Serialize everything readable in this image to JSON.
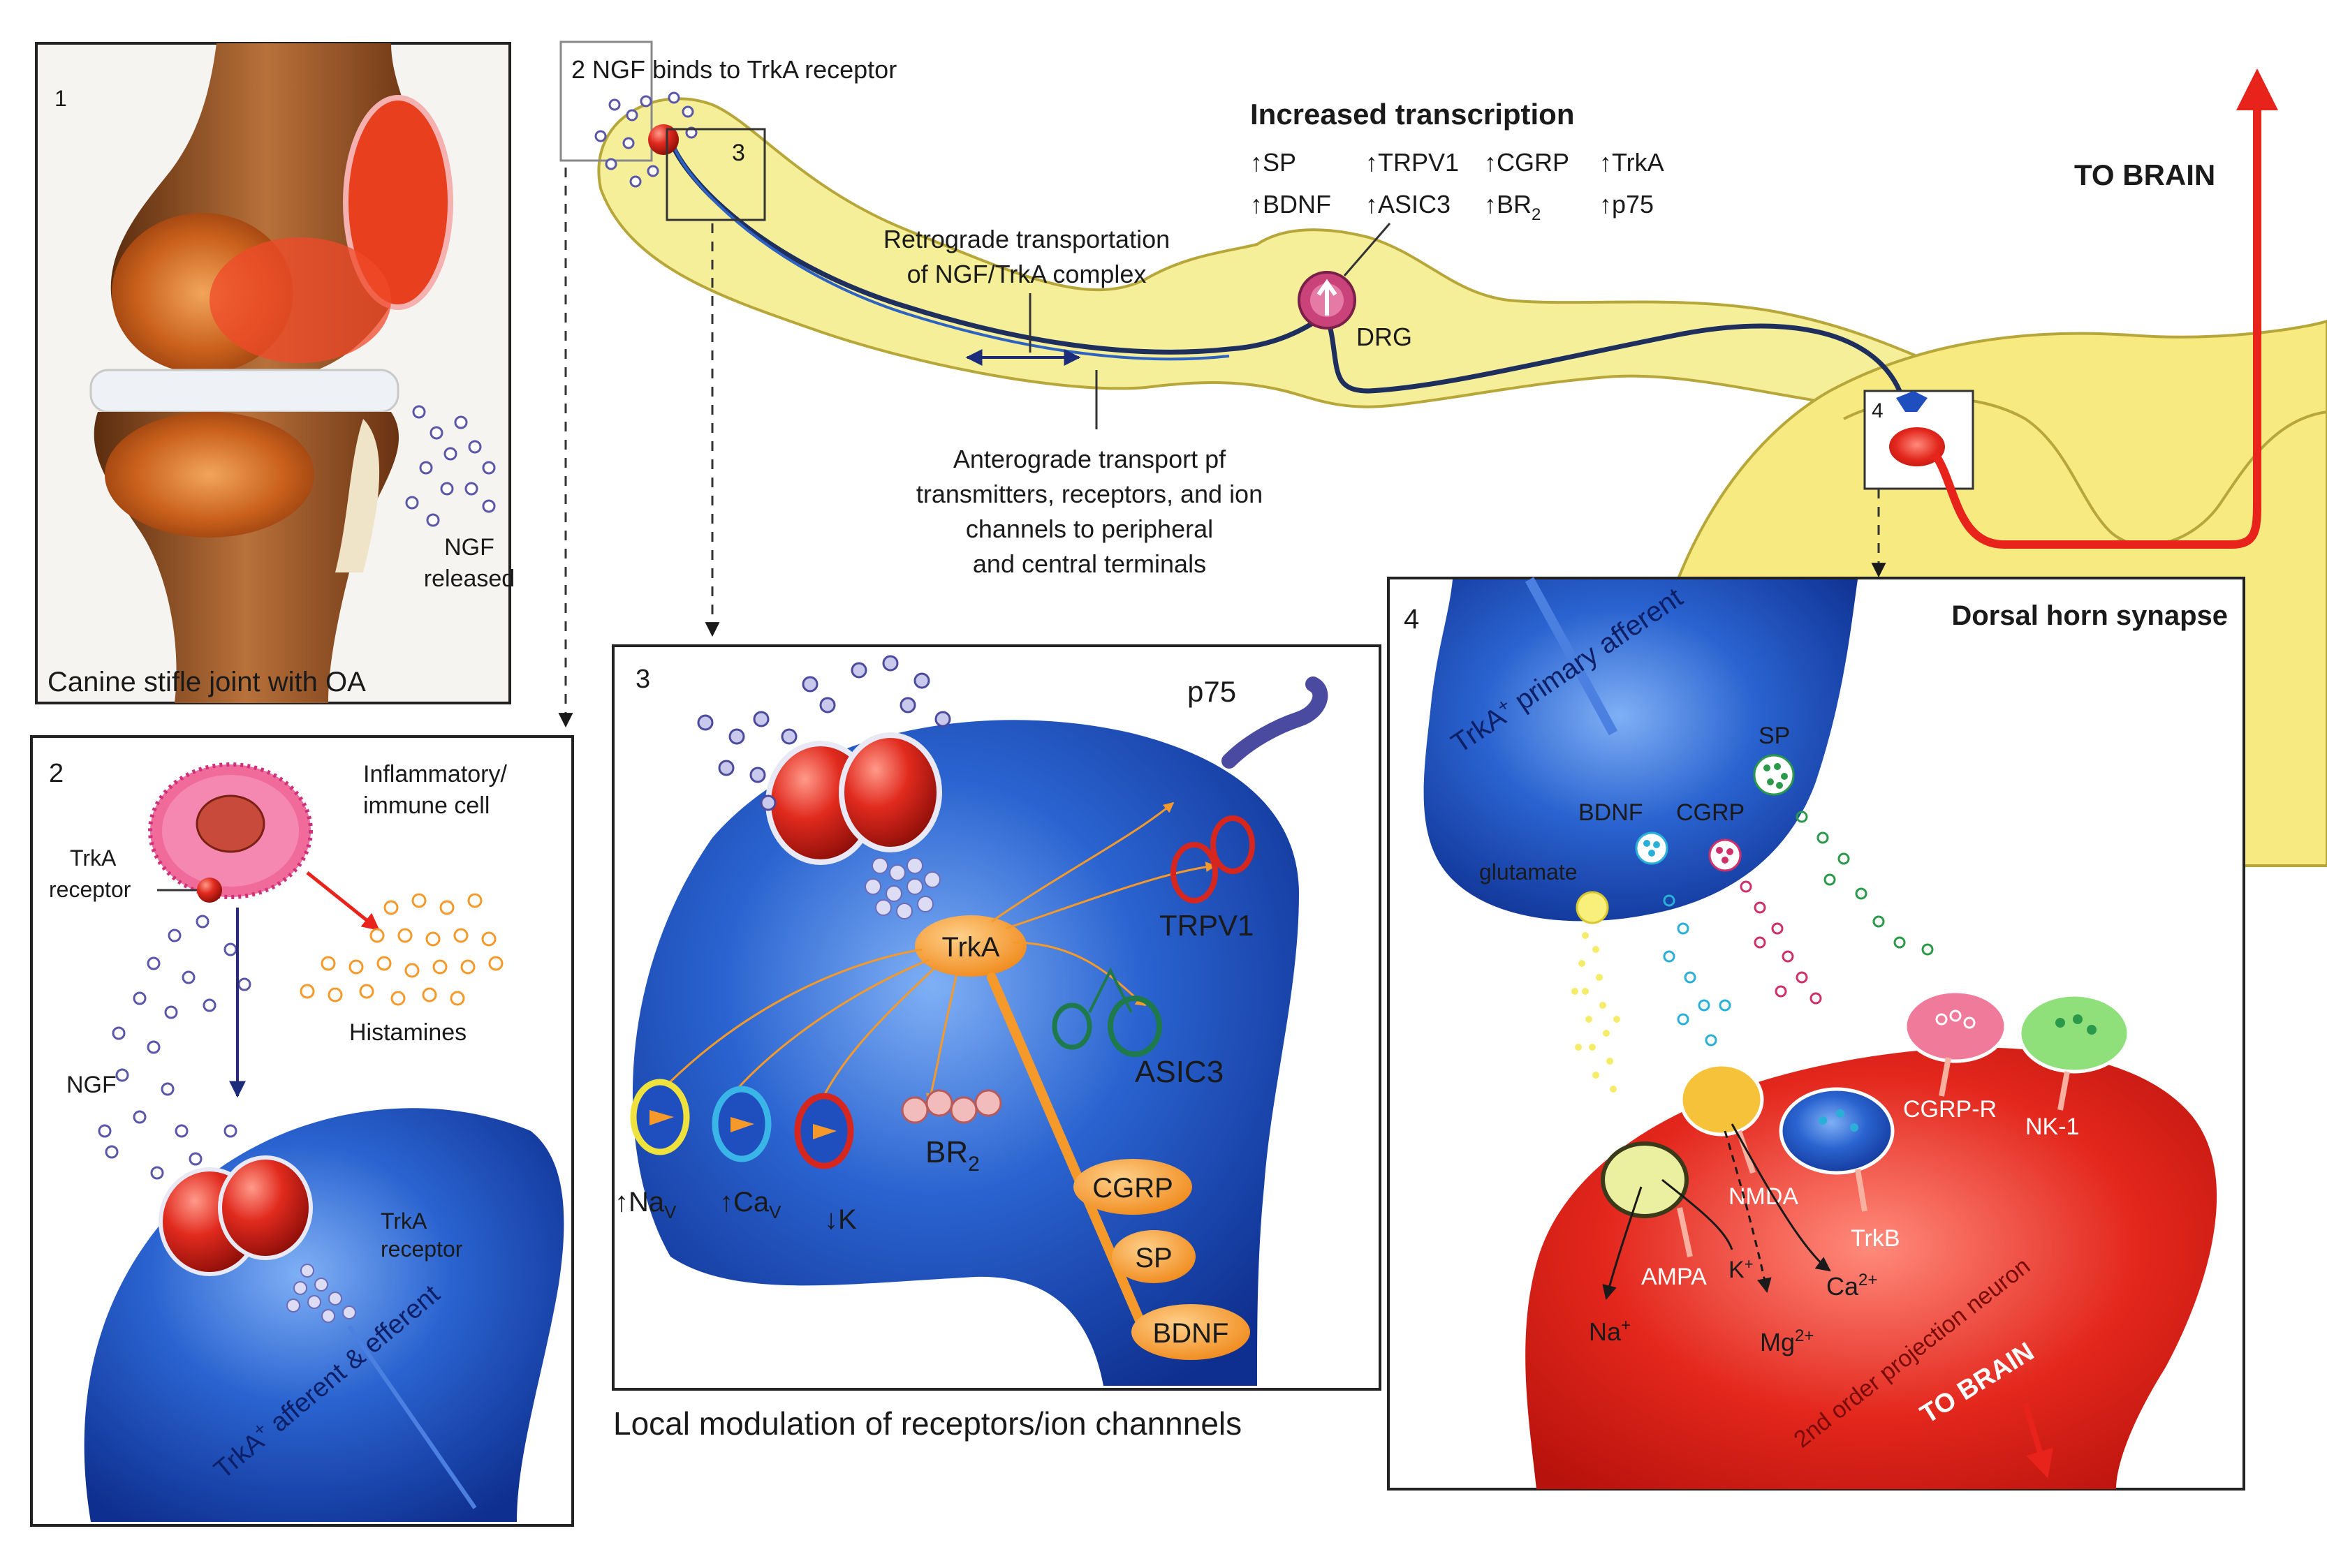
{
  "panel1": {
    "number": "1",
    "caption": "Canine stifle joint with OA",
    "ngf_line1": "NGF",
    "ngf_line2": "released"
  },
  "top": {
    "step_label": "2 NGF binds to TrkA receptor",
    "box3_number": "3",
    "retro_line1": "Retrograde transportation",
    "retro_line2": "of NGF/TrkA complex",
    "antero_line1": "Anterograde transport pf",
    "antero_line2": "transmitters, receptors, and ion",
    "antero_line3": "channels to peripheral",
    "antero_line4": "and central terminals",
    "transcription_title": "Increased transcription",
    "transcription_items": [
      "SP",
      "TRPV1",
      "CGRP",
      "TrkA",
      "BDNF",
      "ASIC3",
      "BR",
      "p75"
    ],
    "br_subscript": "2",
    "drg_label": "DRG",
    "box4_number": "4",
    "to_brain": "TO BRAIN"
  },
  "panel2": {
    "number": "2",
    "cell_line1": "Inflammatory/",
    "cell_line2": "immune cell",
    "trka_line1": "TrkA",
    "trka_line2": "receptor",
    "histamines": "Histamines",
    "ngf": "NGF",
    "receptor_line1": "TrkA",
    "receptor_line2": "receptor",
    "fiber_label": "TrkA",
    "fiber_sup": "+",
    "fiber_rest": " afferent & efferent"
  },
  "panel3": {
    "number": "3",
    "p75": "p75",
    "trka": "TrkA",
    "trpv1": "TRPV1",
    "asic3": "ASIC3",
    "br": "BR",
    "br_sub": "2",
    "nav": "Na",
    "nav_sub": "V",
    "cav": "Ca",
    "cav_sub": "V",
    "k": "K",
    "cgrp": "CGRP",
    "sp": "SP",
    "bdnf": "BDNF",
    "caption": "Local modulation of receptors/ion channnels"
  },
  "panel4": {
    "number": "4",
    "title": "Dorsal horn synapse",
    "afferent_a": "TrkA",
    "afferent_sup": "+",
    "afferent_b": " primary afferent",
    "sp": "SP",
    "bdnf": "BDNF",
    "cgrp": "CGRP",
    "glutamate": "glutamate",
    "cgrp_r": "CGRP-R",
    "nk1": "NK-1",
    "nmda": "NMDA",
    "trkb": "TrkB",
    "ampa": "AMPA",
    "kplus": "K",
    "kplus_sup": "+",
    "ca": "Ca",
    "ca_sup": "2+",
    "mg": "Mg",
    "mg_sup": "2+",
    "na": "Na",
    "na_sup": "+",
    "projection": "2nd order projection neuron",
    "to_brain": "TO BRAIN"
  },
  "colors": {
    "neuron_yellow": "#f5ef9a",
    "fiber_blue": "#1f4fbf",
    "trka_red": "#d7261e",
    "ngf_purple": "#5b57a8",
    "accent_orange": "#f59a2a",
    "projection_red": "#e0241b",
    "ascending_red": "#e8231c"
  }
}
